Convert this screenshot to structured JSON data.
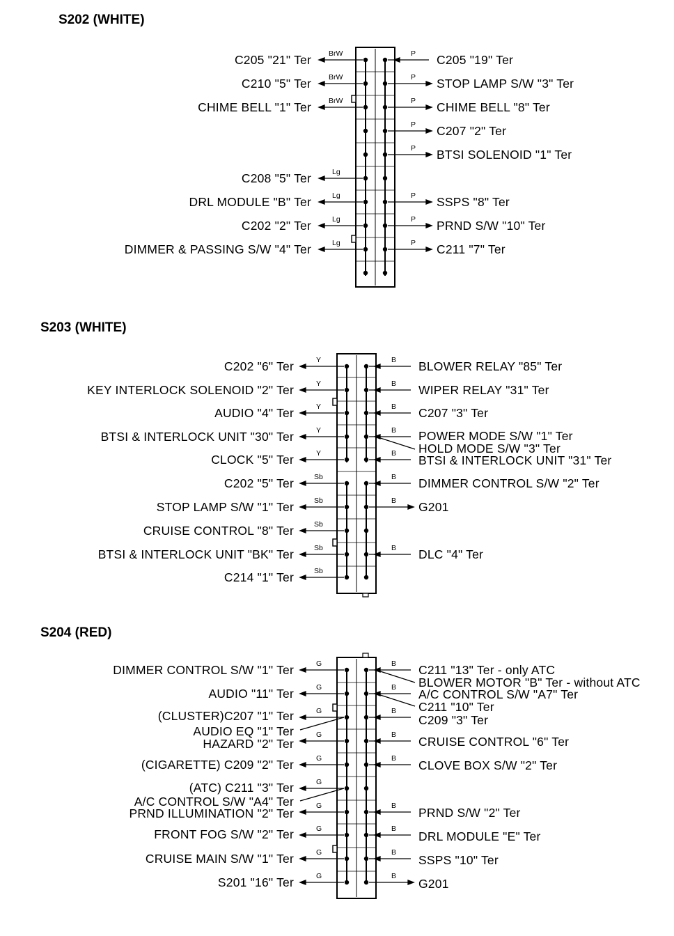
{
  "sections": [
    {
      "title": "S202 (WHITE)",
      "left_wires": [
        {
          "label": "C205 \"21\" Ter",
          "color": "BrW"
        },
        {
          "label": "C210 \"5\" Ter",
          "color": "BrW"
        },
        {
          "label": "CHIME BELL \"1\" Ter",
          "color": "BrW"
        },
        {
          "label": "C208 \"5\" Ter",
          "color": "Lg"
        },
        {
          "label": "DRL MODULE \"B\" Ter",
          "color": "Lg"
        },
        {
          "label": "C202 \"2\" Ter",
          "color": "Lg"
        },
        {
          "label": "DIMMER & PASSING S/W \"4\" Ter",
          "color": "Lg"
        }
      ],
      "right_wires": [
        {
          "label": "C205 \"19\" Ter",
          "color": "P"
        },
        {
          "label": "STOP LAMP S/W \"3\" Ter",
          "color": "P"
        },
        {
          "label": "CHIME BELL \"8\" Ter",
          "color": "P"
        },
        {
          "label": "C207 \"2\" Ter",
          "color": "P"
        },
        {
          "label": "BTSI SOLENOID \"1\" Ter",
          "color": "P"
        },
        {
          "label": "SSPS \"8\" Ter",
          "color": "P"
        },
        {
          "label": "PRND S/W \"10\" Ter",
          "color": "P"
        },
        {
          "label": "C211 \"7\" Ter",
          "color": "P"
        }
      ]
    },
    {
      "title": "S203 (WHITE)",
      "left_wires": [
        {
          "label": "C202 \"6\" Ter",
          "color": "Y"
        },
        {
          "label": "KEY INTERLOCK SOLENOID \"2\" Ter",
          "color": "Y"
        },
        {
          "label": "AUDIO \"4\" Ter",
          "color": "Y"
        },
        {
          "label": "BTSI & INTERLOCK UNIT \"30\" Ter",
          "color": "Y"
        },
        {
          "label": "CLOCK \"5\" Ter",
          "color": "Y"
        },
        {
          "label": "C202 \"5\" Ter",
          "color": "Sb"
        },
        {
          "label": "STOP LAMP S/W \"1\" Ter",
          "color": "Sb"
        },
        {
          "label": "CRUISE CONTROL \"8\" Ter",
          "color": "Sb"
        },
        {
          "label": "BTSI & INTERLOCK UNIT \"BK\" Ter",
          "color": "Sb"
        },
        {
          "label": "C214 \"1\" Ter",
          "color": "Sb"
        }
      ],
      "right_wires": [
        {
          "label": "BLOWER RELAY \"85\" Ter",
          "color": "B"
        },
        {
          "label": "WIPER RELAY \"31\" Ter",
          "color": "B"
        },
        {
          "label": "C207 \"3\" Ter",
          "color": "B"
        },
        {
          "label": "POWER MODE S/W \"1\" Ter",
          "color": "B"
        },
        {
          "label": "HOLD MODE S/W \"3\" Ter",
          "color": ""
        },
        {
          "label": "BTSI & INTERLOCK UNIT \"31\" Ter",
          "color": "B"
        },
        {
          "label": "DIMMER CONTROL S/W \"2\" Ter",
          "color": "B"
        },
        {
          "label": "G201",
          "color": "B"
        },
        {
          "label": "DLC \"4\" Ter",
          "color": "B"
        }
      ]
    },
    {
      "title": "S204 (RED)",
      "left_wires": [
        {
          "label": "DIMMER CONTROL S/W \"1\" Ter",
          "color": "G"
        },
        {
          "label": "AUDIO \"11\" Ter",
          "color": "G"
        },
        {
          "label": "(CLUSTER)C207 \"1\" Ter",
          "color": "G"
        },
        {
          "label": "AUDIO EQ \"1\" Ter",
          "color": ""
        },
        {
          "label": "HAZARD \"2\" Ter",
          "color": "G"
        },
        {
          "label": "(CIGARETTE) C209 \"2\" Ter",
          "color": "G"
        },
        {
          "label": "(ATC) C211 \"3\" Ter",
          "color": "G"
        },
        {
          "label": "A/C CONTROL S/W \"A4\" Ter",
          "color": ""
        },
        {
          "label": "PRND ILLUMINATION \"2\" Ter",
          "color": "G"
        },
        {
          "label": "FRONT FOG S/W \"2\" Ter",
          "color": "G"
        },
        {
          "label": "CRUISE MAIN S/W \"1\" Ter",
          "color": "G"
        },
        {
          "label": "S201 \"16\" Ter",
          "color": "G"
        }
      ],
      "right_wires": [
        {
          "label": "C211 \"13\" Ter - only ATC",
          "color": "B"
        },
        {
          "label": "BLOWER MOTOR \"B\" Ter - without ATC",
          "color": ""
        },
        {
          "label": "A/C CONTROL S/W \"A7\" Ter",
          "color": "B"
        },
        {
          "label": "C211 \"10\" Ter",
          "color": ""
        },
        {
          "label": "C209 \"3\" Ter",
          "color": "B"
        },
        {
          "label": "CRUISE CONTROL \"6\" Ter",
          "color": "B"
        },
        {
          "label": "CLOVE BOX S/W \"2\" Ter",
          "color": "B"
        },
        {
          "label": "PRND S/W \"2\" Ter",
          "color": "B"
        },
        {
          "label": "DRL MODULE \"E\" Ter",
          "color": "B"
        },
        {
          "label": "SSPS \"10\" Ter",
          "color": "B"
        },
        {
          "label": "G201",
          "color": "B"
        }
      ]
    }
  ]
}
